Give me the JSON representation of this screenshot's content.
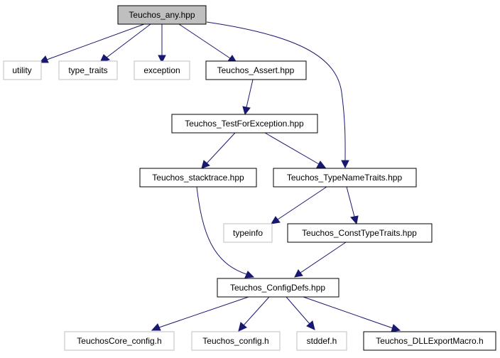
{
  "nodes": {
    "teuchos_any": {
      "label": "Teuchos_any.hpp"
    },
    "utility": {
      "label": "utility"
    },
    "type_traits": {
      "label": "type_traits"
    },
    "exception": {
      "label": "exception"
    },
    "teuchos_assert": {
      "label": "Teuchos_Assert.hpp"
    },
    "teuchos_testforexception": {
      "label": "Teuchos_TestForException.hpp"
    },
    "teuchos_stacktrace": {
      "label": "Teuchos_stacktrace.hpp"
    },
    "teuchos_typenametraits": {
      "label": "Teuchos_TypeNameTraits.hpp"
    },
    "typeinfo": {
      "label": "typeinfo"
    },
    "teuchos_consttypetraits": {
      "label": "Teuchos_ConstTypeTraits.hpp"
    },
    "teuchos_configdefs": {
      "label": "Teuchos_ConfigDefs.hpp"
    },
    "teuchoscore_config": {
      "label": "TeuchosCore_config.h"
    },
    "teuchos_config": {
      "label": "Teuchos_config.h"
    },
    "stddef": {
      "label": "stddef.h"
    },
    "teuchos_dllexportmacro": {
      "label": "Teuchos_DLLExportMacro.h"
    }
  },
  "colors": {
    "edge": "#191970",
    "root_fill": "#bfbfbf",
    "external_border": "#bfbfbf",
    "internal_border": "#000000"
  }
}
